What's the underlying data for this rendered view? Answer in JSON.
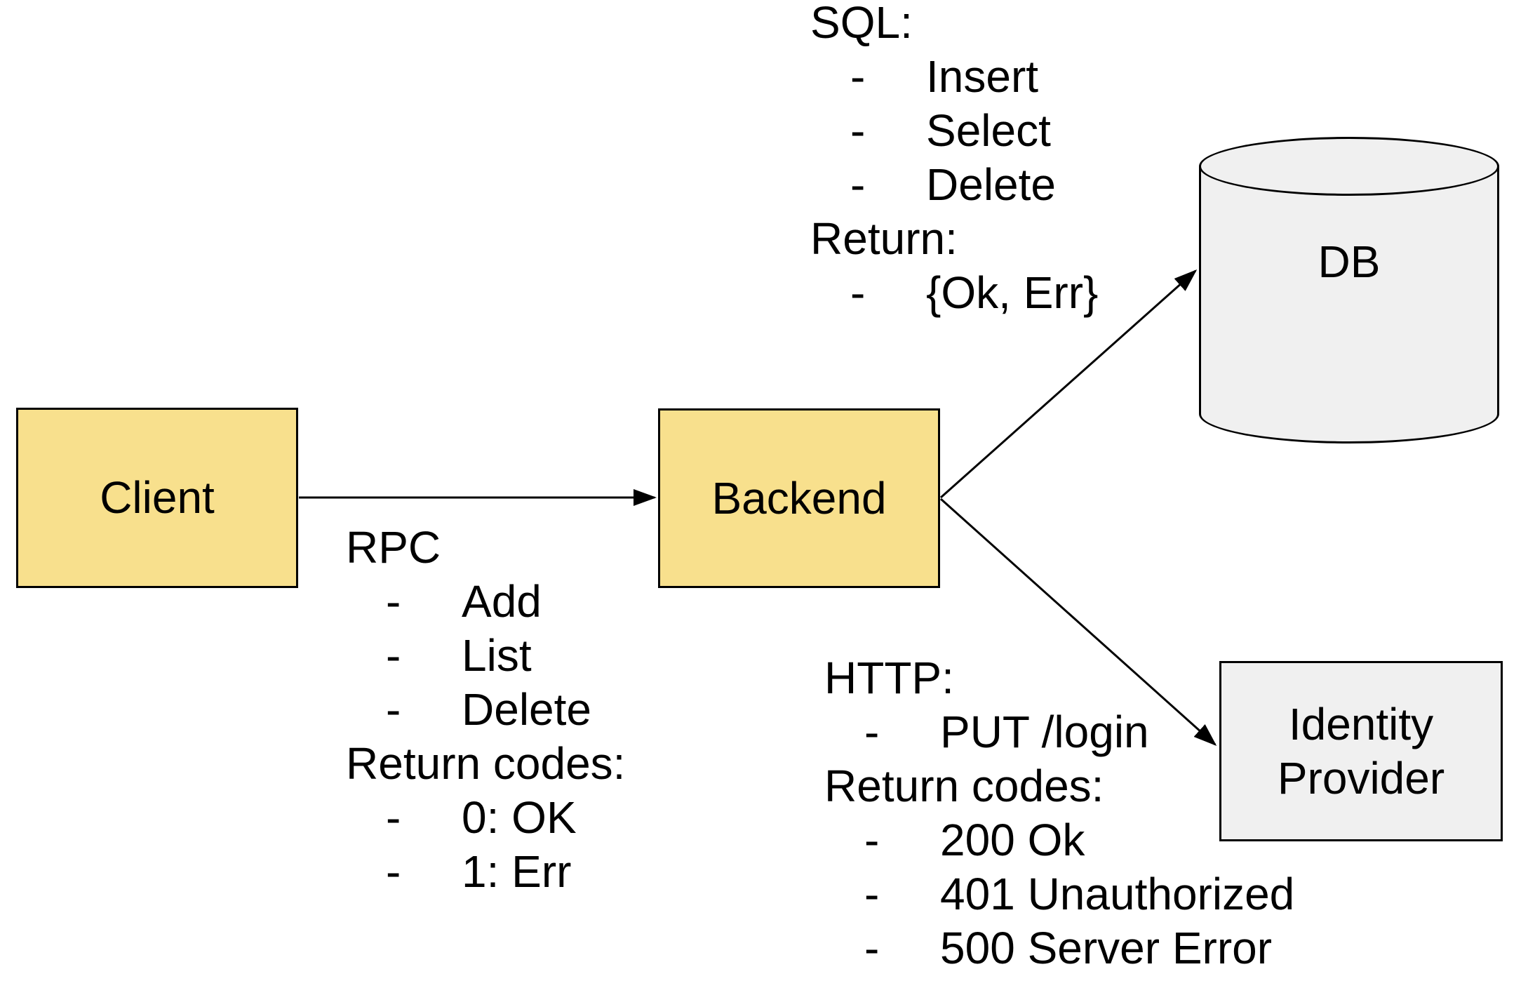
{
  "diagram_title": "",
  "colors": {
    "node_yellow_fill": "#F8E08D",
    "node_gray_fill": "#F0F0F0",
    "border": "#000000",
    "text": "#000000",
    "background": "#FFFFFF"
  },
  "nodes": {
    "client": {
      "label": "Client"
    },
    "backend": {
      "label": "Backend"
    },
    "db": {
      "label": "DB",
      "shape": "cylinder"
    },
    "identity_provider": {
      "label_lines": [
        "Identity",
        "Provider"
      ]
    }
  },
  "edges": [
    {
      "from": "client",
      "to": "backend",
      "annotation": "rpc"
    },
    {
      "from": "backend",
      "to": "db",
      "annotation": "sql"
    },
    {
      "from": "backend",
      "to": "identity_provider",
      "annotation": "http"
    }
  ],
  "annotations": {
    "bullet_char": "-",
    "rpc": {
      "lines": [
        {
          "style": "header",
          "text": "RPC"
        },
        {
          "style": "bullet",
          "text": "Add"
        },
        {
          "style": "bullet",
          "text": "List"
        },
        {
          "style": "bullet",
          "text": "Delete"
        },
        {
          "style": "header",
          "text": "Return codes:"
        },
        {
          "style": "bullet",
          "text": "0: OK"
        },
        {
          "style": "bullet",
          "text": "1: Err"
        }
      ]
    },
    "sql": {
      "lines": [
        {
          "style": "header",
          "text": "SQL:"
        },
        {
          "style": "bullet",
          "text": "Insert"
        },
        {
          "style": "bullet",
          "text": "Select"
        },
        {
          "style": "bullet",
          "text": "Delete"
        },
        {
          "style": "header",
          "text": "Return:"
        },
        {
          "style": "bullet",
          "text": "{Ok, Err}"
        }
      ]
    },
    "http": {
      "lines": [
        {
          "style": "header",
          "text": "HTTP:"
        },
        {
          "style": "bullet",
          "text": "PUT /login"
        },
        {
          "style": "header",
          "text": "Return codes:"
        },
        {
          "style": "bullet",
          "text": "200 Ok"
        },
        {
          "style": "bullet",
          "text": "401 Unauthorized"
        },
        {
          "style": "bullet",
          "text": "500 Server Error"
        }
      ]
    }
  }
}
